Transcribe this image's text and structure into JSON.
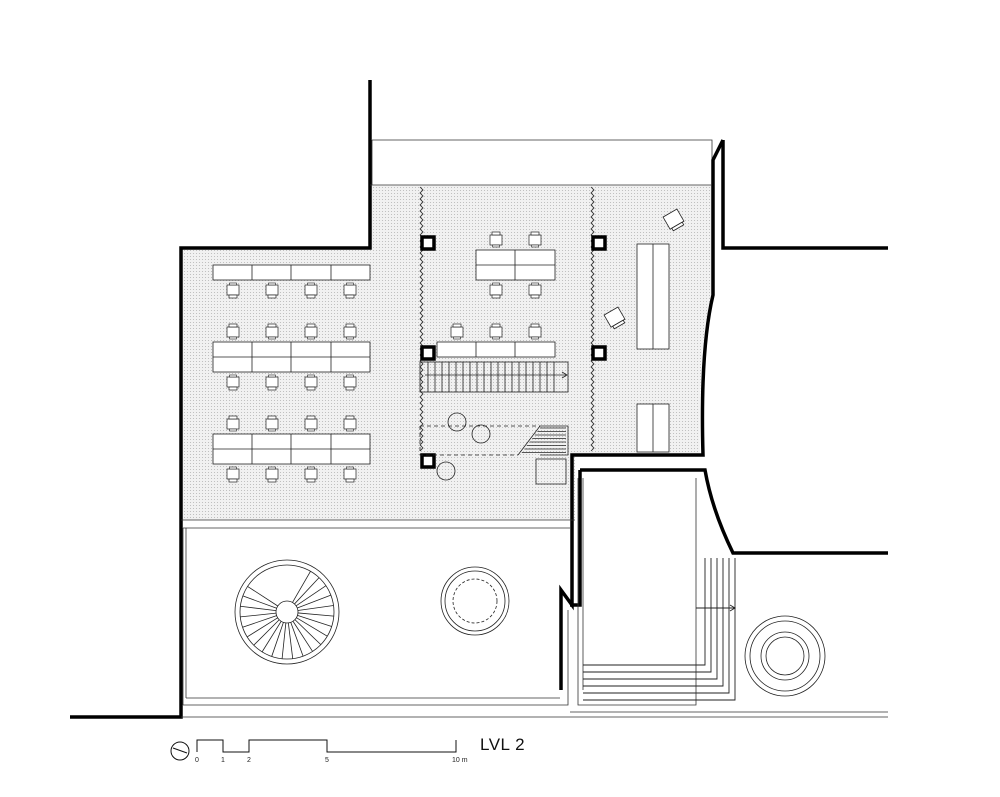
{
  "plan": {
    "level_label": "LVL 2",
    "scale_bar": {
      "ticks": [
        "0",
        "1",
        "2",
        "5",
        "10 m"
      ]
    },
    "north_arrow_icon": "north-arrow-icon"
  }
}
